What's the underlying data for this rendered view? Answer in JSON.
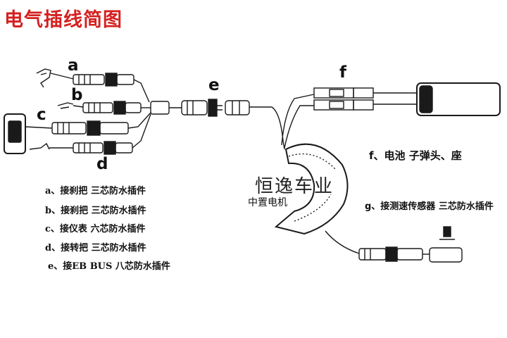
{
  "title": "电气插线简图",
  "letters": {
    "a": "a",
    "b": "b",
    "c": "c",
    "d": "d",
    "e": "e",
    "f": "f"
  },
  "legend": [
    "a、接刹把 三芯防水插件",
    "b、接刹把 三芯防水插件",
    "c、接仪表 六芯防水插件",
    "d、接转把 三芯防水插件",
    "e、接EB BUS 八芯防水插件"
  ],
  "right_labels": {
    "f": "f、电池 子弹头、座",
    "g": "g、接测速传感器 三芯防水插件"
  },
  "watermark": "恒逸车业",
  "motor_label": "中置电机",
  "colors": {
    "title": "#d42020",
    "line": "#1a1a1a"
  }
}
